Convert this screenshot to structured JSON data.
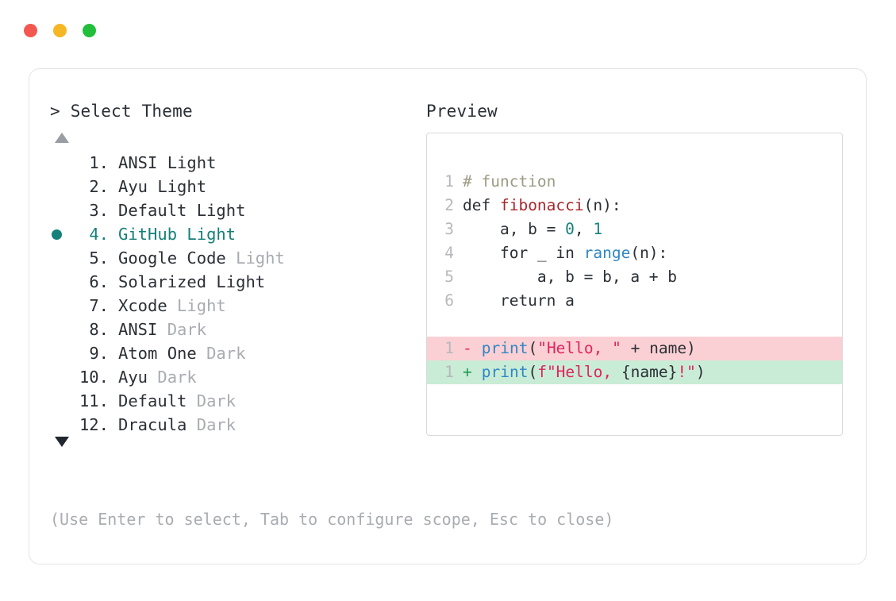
{
  "window": {
    "dots": [
      {
        "name": "close-dot",
        "color": "#f4574f"
      },
      {
        "name": "minimize-dot",
        "color": "#f6b724"
      },
      {
        "name": "maximize-dot",
        "color": "#21bf3c"
      }
    ]
  },
  "prompt": {
    "caret": ">",
    "title": "Select Theme"
  },
  "preview": {
    "title": "Preview"
  },
  "scroll": {
    "up_glyph": "▲",
    "down_glyph": "▼"
  },
  "list": {
    "selected_index": 4,
    "items": [
      {
        "index": "1.",
        "name": "ANSI Light",
        "mode": "",
        "selected": false
      },
      {
        "index": "2.",
        "name": "Ayu Light",
        "mode": "",
        "selected": false
      },
      {
        "index": "3.",
        "name": "Default Light",
        "mode": "",
        "selected": false
      },
      {
        "index": "4.",
        "name": "GitHub Light",
        "mode": "",
        "selected": true
      },
      {
        "index": "5.",
        "name": "Google Code",
        "mode": "Light",
        "selected": false
      },
      {
        "index": "6.",
        "name": "Solarized Light",
        "mode": "",
        "selected": false
      },
      {
        "index": "7.",
        "name": "Xcode",
        "mode": "Light",
        "selected": false
      },
      {
        "index": "8.",
        "name": "ANSI",
        "mode": "Dark",
        "selected": false
      },
      {
        "index": "9.",
        "name": "Atom One",
        "mode": "Dark",
        "selected": false
      },
      {
        "index": "10.",
        "name": "Ayu",
        "mode": "Dark",
        "selected": false
      },
      {
        "index": "11.",
        "name": "Default",
        "mode": "Dark",
        "selected": false
      },
      {
        "index": "12.",
        "name": "Dracula",
        "mode": "Dark",
        "selected": false
      }
    ]
  },
  "code": {
    "lines": [
      {
        "num": "1",
        "tokens": [
          {
            "t": "# function",
            "c": "comment"
          }
        ]
      },
      {
        "num": "2",
        "tokens": [
          {
            "t": "def ",
            "c": "keyword"
          },
          {
            "t": "fibonacci",
            "c": "func"
          },
          {
            "t": "(n):",
            "c": "plain"
          }
        ]
      },
      {
        "num": "3",
        "tokens": [
          {
            "t": "    a, b = ",
            "c": "plain"
          },
          {
            "t": "0",
            "c": "number"
          },
          {
            "t": ", ",
            "c": "plain"
          },
          {
            "t": "1",
            "c": "number"
          }
        ]
      },
      {
        "num": "4",
        "tokens": [
          {
            "t": "    for _ in ",
            "c": "plain"
          },
          {
            "t": "range",
            "c": "builtin"
          },
          {
            "t": "(n):",
            "c": "plain"
          }
        ]
      },
      {
        "num": "5",
        "tokens": [
          {
            "t": "        a, b = b, a + b",
            "c": "plain"
          }
        ]
      },
      {
        "num": "6",
        "tokens": [
          {
            "t": "    return a",
            "c": "plain"
          }
        ]
      }
    ],
    "diff": [
      {
        "num": "1",
        "kind": "del",
        "sign": "-",
        "tokens": [
          {
            "t": "print",
            "c": "call"
          },
          {
            "t": "(",
            "c": "plain"
          },
          {
            "t": "\"Hello, \"",
            "c": "string"
          },
          {
            "t": " + name)",
            "c": "plain"
          }
        ]
      },
      {
        "num": "1",
        "kind": "add",
        "sign": "+",
        "tokens": [
          {
            "t": "print",
            "c": "call"
          },
          {
            "t": "(",
            "c": "plain"
          },
          {
            "t": "f\"Hello, ",
            "c": "string"
          },
          {
            "t": "{name}",
            "c": "plain"
          },
          {
            "t": "!\"",
            "c": "string"
          },
          {
            "t": ")",
            "c": "plain"
          }
        ]
      }
    ]
  },
  "footer": {
    "hint": "(Use Enter to select, Tab to configure scope, Esc to close)"
  },
  "colors": {
    "accent_teal": "#17807a",
    "diff_del_bg": "#fbd0d4",
    "diff_add_bg": "#c9ecd6",
    "muted": "#a9acb1",
    "text": "#2b2f36"
  }
}
